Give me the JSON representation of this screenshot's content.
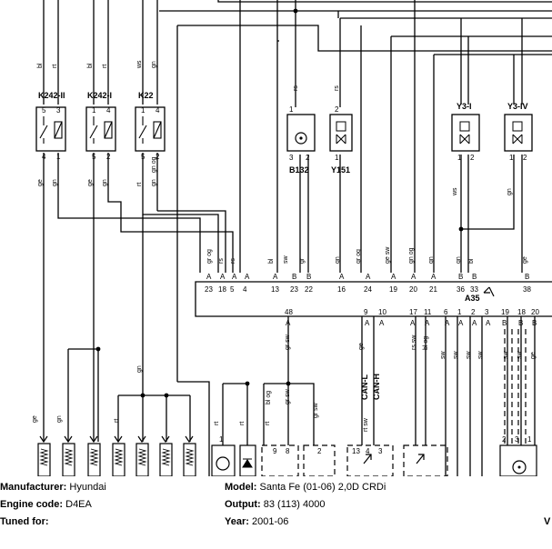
{
  "components": {
    "relay1": "K242-II",
    "relay2": "K242-I",
    "relay3": "K22",
    "sensor": "B132",
    "valve": "Y151",
    "inj1": "Y3-I",
    "inj4": "Y3-IV",
    "ecu": "A35"
  },
  "wire_colors": [
    "bl",
    "rt",
    "bl",
    "rt",
    "ws",
    "gn",
    "ge",
    "gn",
    "ge",
    "gn",
    "rt",
    "gn",
    "gn og",
    "rs",
    "rs",
    "ws",
    "gn",
    "ge",
    "gn",
    "gn",
    "gr og",
    "rs",
    "rs",
    "bl",
    "sw",
    "gr",
    "gn",
    "gr og",
    "ge sw",
    "gn og",
    "gn",
    "gn",
    "bl",
    "ge",
    "gr sw",
    "ge",
    "sw",
    "rs sw",
    "bl og",
    "sw",
    "sw",
    "sw",
    "sw",
    "sw",
    "ge",
    "rt",
    "rt",
    "rt",
    "rt",
    "bl og",
    "gr sw",
    "gr sw",
    "rt sw"
  ],
  "relay_pins": {
    "r1_top": [
      "5",
      "3"
    ],
    "r1_bot": [
      "4",
      "1"
    ],
    "r2_top": [
      "1",
      "4"
    ],
    "r2_bot": [
      "5",
      "2"
    ],
    "r3_top": [
      "1",
      "4"
    ],
    "r3_bot": [
      "5",
      "2"
    ]
  },
  "sensor_pins": [
    "1",
    "3",
    "2"
  ],
  "valve_pins": [
    "2",
    "1"
  ],
  "inj_pins": [
    "1",
    "2"
  ],
  "ecu_top_pins": [
    "23",
    "18",
    "5",
    "4",
    "13",
    "23",
    "22",
    "16",
    "24",
    "19",
    "20",
    "21",
    "36",
    "33",
    "38"
  ],
  "ecu_top_letters": [
    "A",
    "A",
    "A",
    "A",
    "A",
    "B",
    "B",
    "A",
    "A",
    "A",
    "A",
    "A",
    "B",
    "B",
    "B"
  ],
  "ecu_bottom_pins": [
    "48",
    "9",
    "10",
    "17",
    "11",
    "6",
    "1",
    "2",
    "3",
    "19",
    "18",
    "20"
  ],
  "ecu_bottom_letters": [
    "A",
    "A",
    "A",
    "A",
    "A",
    "A",
    "A",
    "A",
    "A",
    "B",
    "B",
    "B"
  ],
  "can_labels": [
    "CAN-L",
    "CAN-H"
  ],
  "connector_pins": {
    "c1": [
      "9",
      "8"
    ],
    "c2": [
      "2"
    ],
    "c3": [
      "13",
      "4",
      "3"
    ],
    "c4": [
      "2",
      "3",
      "1"
    ],
    "motor": [
      "1"
    ]
  },
  "info": {
    "manufacturer_label": "Manufacturer:",
    "manufacturer": "Hyundai",
    "engine_label": "Engine code:",
    "engine": "D4EA",
    "tuned_label": "Tuned for:",
    "tuned": "",
    "model_label": "Model:",
    "model": "Santa Fe (01-06) 2,0D CRDi",
    "output_label": "Output:",
    "output": "83 (113) 4000",
    "year_label": "Year:",
    "year": "2001-06",
    "corner": "V"
  }
}
